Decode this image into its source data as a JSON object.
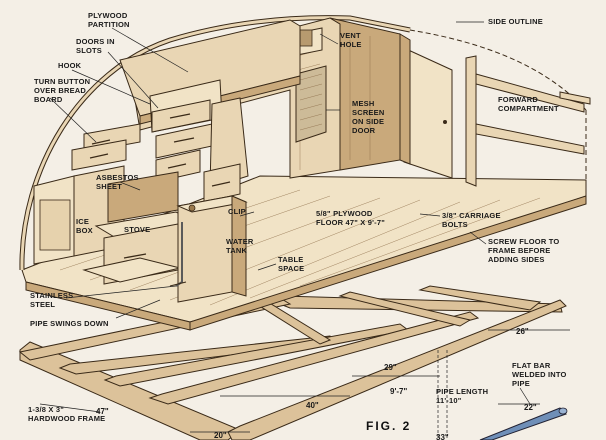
{
  "figure": {
    "label": "FIG. 2"
  },
  "labels": {
    "plywood_partition": "PLYWOOD\nPARTITION",
    "doors_in_slots": "DOORS IN\nSLOTS",
    "hook": "HOOK",
    "turn_button": "TURN BUTTON\nOVER BREAD\nBOARD",
    "vent_hole": "VENT\nHOLE",
    "side_outline": "SIDE OUTLINE",
    "forward_compartment": "FORWARD\nCOMPARTMENT",
    "mesh_screen": "MESH\nSCREEN\nON SIDE\nDOOR",
    "asbestos_sheet": "ASBESTOS\nSHEET",
    "ice_box": "ICE\nBOX",
    "stove": "STOVE",
    "clip": "CLIP",
    "water_tank": "WATER\nTANK",
    "plywood_floor": "5/8\" PLYWOOD\nFLOOR 47\" X 9'-7\"",
    "carriage_bolts": "3/8\" CARRIAGE\nBOLTS",
    "screw_floor": "SCREW FLOOR TO\nFRAME BEFORE\nADDING SIDES",
    "table_space": "TABLE\nSPACE",
    "stainless_steel": "STAINLESS\nSTEEL",
    "pipe_swings_down": "PIPE SWINGS DOWN",
    "hardwood_frame": "1-3/8 X 3\"\nHARDWOOD FRAME",
    "pipe_length": "PIPE LENGTH\n11'-10\"",
    "flat_bar": "FLAT BAR\nWELDED INTO\nPIPE"
  },
  "dimensions": {
    "d26": "26\"",
    "d29": "29\"",
    "d9_7": "9'-7\"",
    "d40": "40\"",
    "d47": "47\"",
    "d20": "20\"",
    "d22": "22\"",
    "d33": "33\""
  }
}
